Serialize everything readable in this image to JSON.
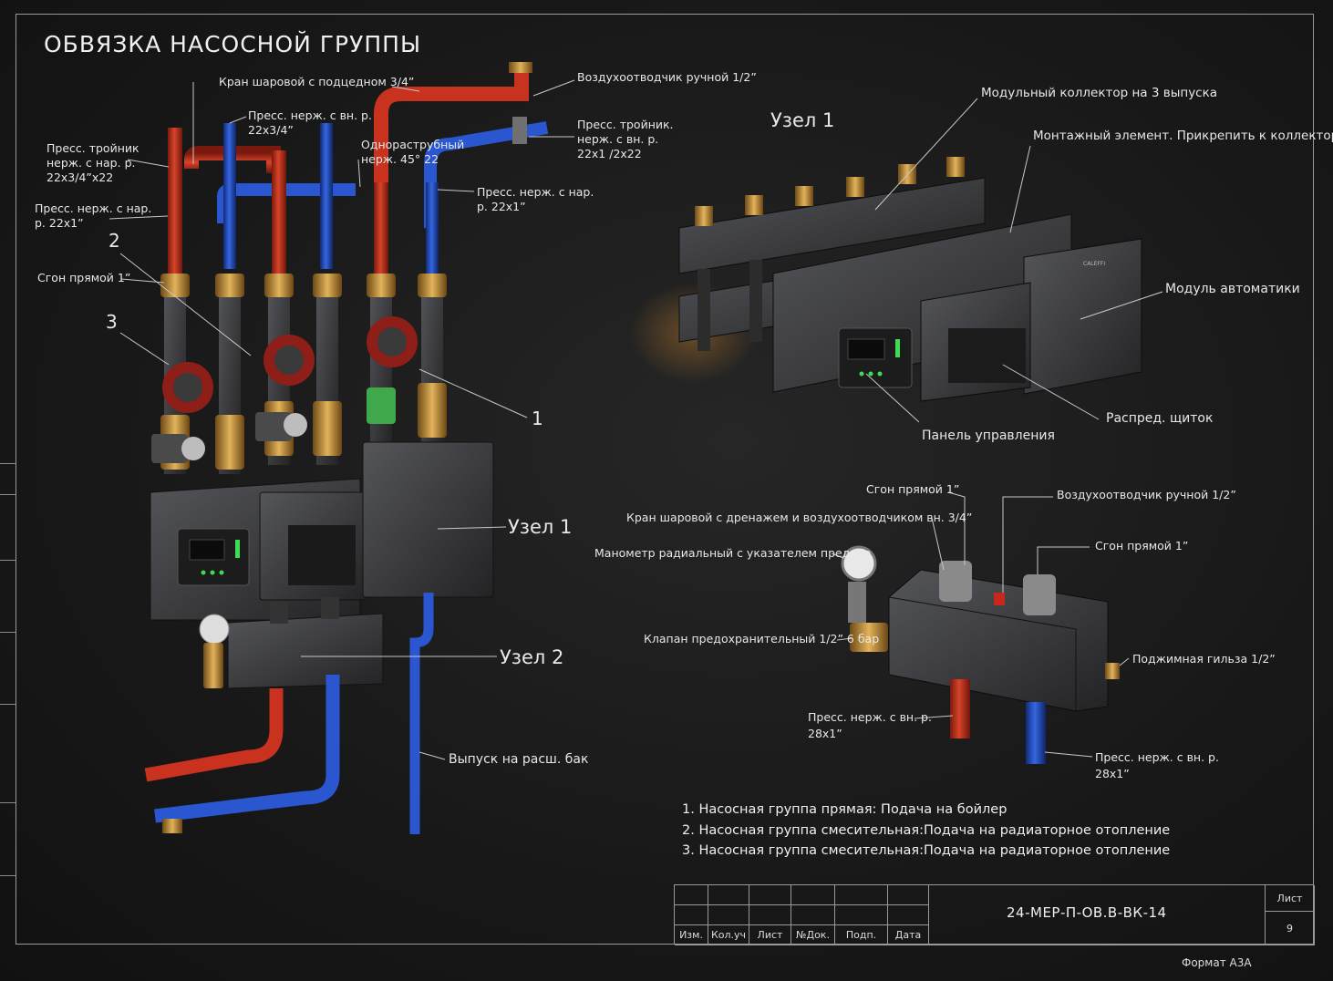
{
  "title": "ОБВЯЗКА НАСОСНОЙ ГРУППЫ",
  "left_callouts": {
    "valve_rear": "Кран шаровой с подцедном 3/4”",
    "air_vent_top": "Воздухоотводчик ручной 1/2”",
    "press_in_1": "Пресс. нерж. с вн. р.",
    "press_in_1b": "22х3/4”",
    "single_bend_1": "Однораструбный",
    "single_bend_2": "нерж. 45° 22",
    "tee_right_1": "Пресс. тройник.",
    "tee_right_2": "нерж. с вн. р.",
    "tee_right_3": "22х1 /2х22",
    "tee_left_1": "Пресс. тройник",
    "tee_left_2": "нерж. с нар. р.",
    "tee_left_3": "22х3/4”х22",
    "press_out_left_1": "Пресс. нерж. с нар.",
    "press_out_left_2": "р. 22х1”",
    "press_out_right_1": "Пресс. нерж. с нар.",
    "press_out_right_2": "р. 22х1”",
    "union_straight": "Сгон прямой 1”",
    "n2": "2",
    "n3": "3",
    "n1": "1",
    "unit1": "Узел 1",
    "unit2": "Узел 2",
    "expansion": "Выпуск на расш. бак"
  },
  "unit1_view": {
    "heading": "Узел 1",
    "manifold": "Модульный коллектор на 3 выпуска",
    "mounting": "Монтажный элемент. Прикрепить к коллектору",
    "automation": "Модуль автоматики",
    "control_panel": "Панель управления",
    "distribution_box": "Распред. щиток",
    "logo": "CALEFFI"
  },
  "unit2_view": {
    "union_left": "Сгон прямой 1”",
    "air_vent": "Воздухоотводчик ручной 1/2”",
    "drain_valve": "Кран шаровой с дренажем и воздухоотводчиком вн. 3/4”",
    "union_right": "Сгон прямой 1”",
    "manometer": "Манометр радиальный с указателем предела",
    "safety_valve": "Клапан предохранительный 1/2” 6 бар",
    "sleeve": "Поджимная гильза 1/2”",
    "press_left_1": "Пресс. нерж. с вн. р.",
    "press_left_2": "28х1”",
    "press_right_1": "Пресс. нерж. с вн. р.",
    "press_right_2": "28х1”"
  },
  "notes": [
    "1. Насосная группа прямая: Подача на бойлер",
    "2. Насосная группа смесительная:Подача на радиаторное отопление",
    "3. Насосная группа смесительная:Подача на радиаторное отопление"
  ],
  "title_block": {
    "cols": [
      "Изм.",
      "Кол.уч",
      "Лист",
      "№Док.",
      "Подп.",
      "Дата"
    ],
    "code": "24-МЕР-П-ОВ.В-ВК-14",
    "sheet_label": "Лист",
    "sheet_no": "9"
  },
  "format": "Формат А3А",
  "colors": {
    "supply": "#c8321e",
    "return": "#2450c8",
    "steel": "#3a3a3c",
    "brass": "#b8893a",
    "led": "#3ddc54"
  }
}
